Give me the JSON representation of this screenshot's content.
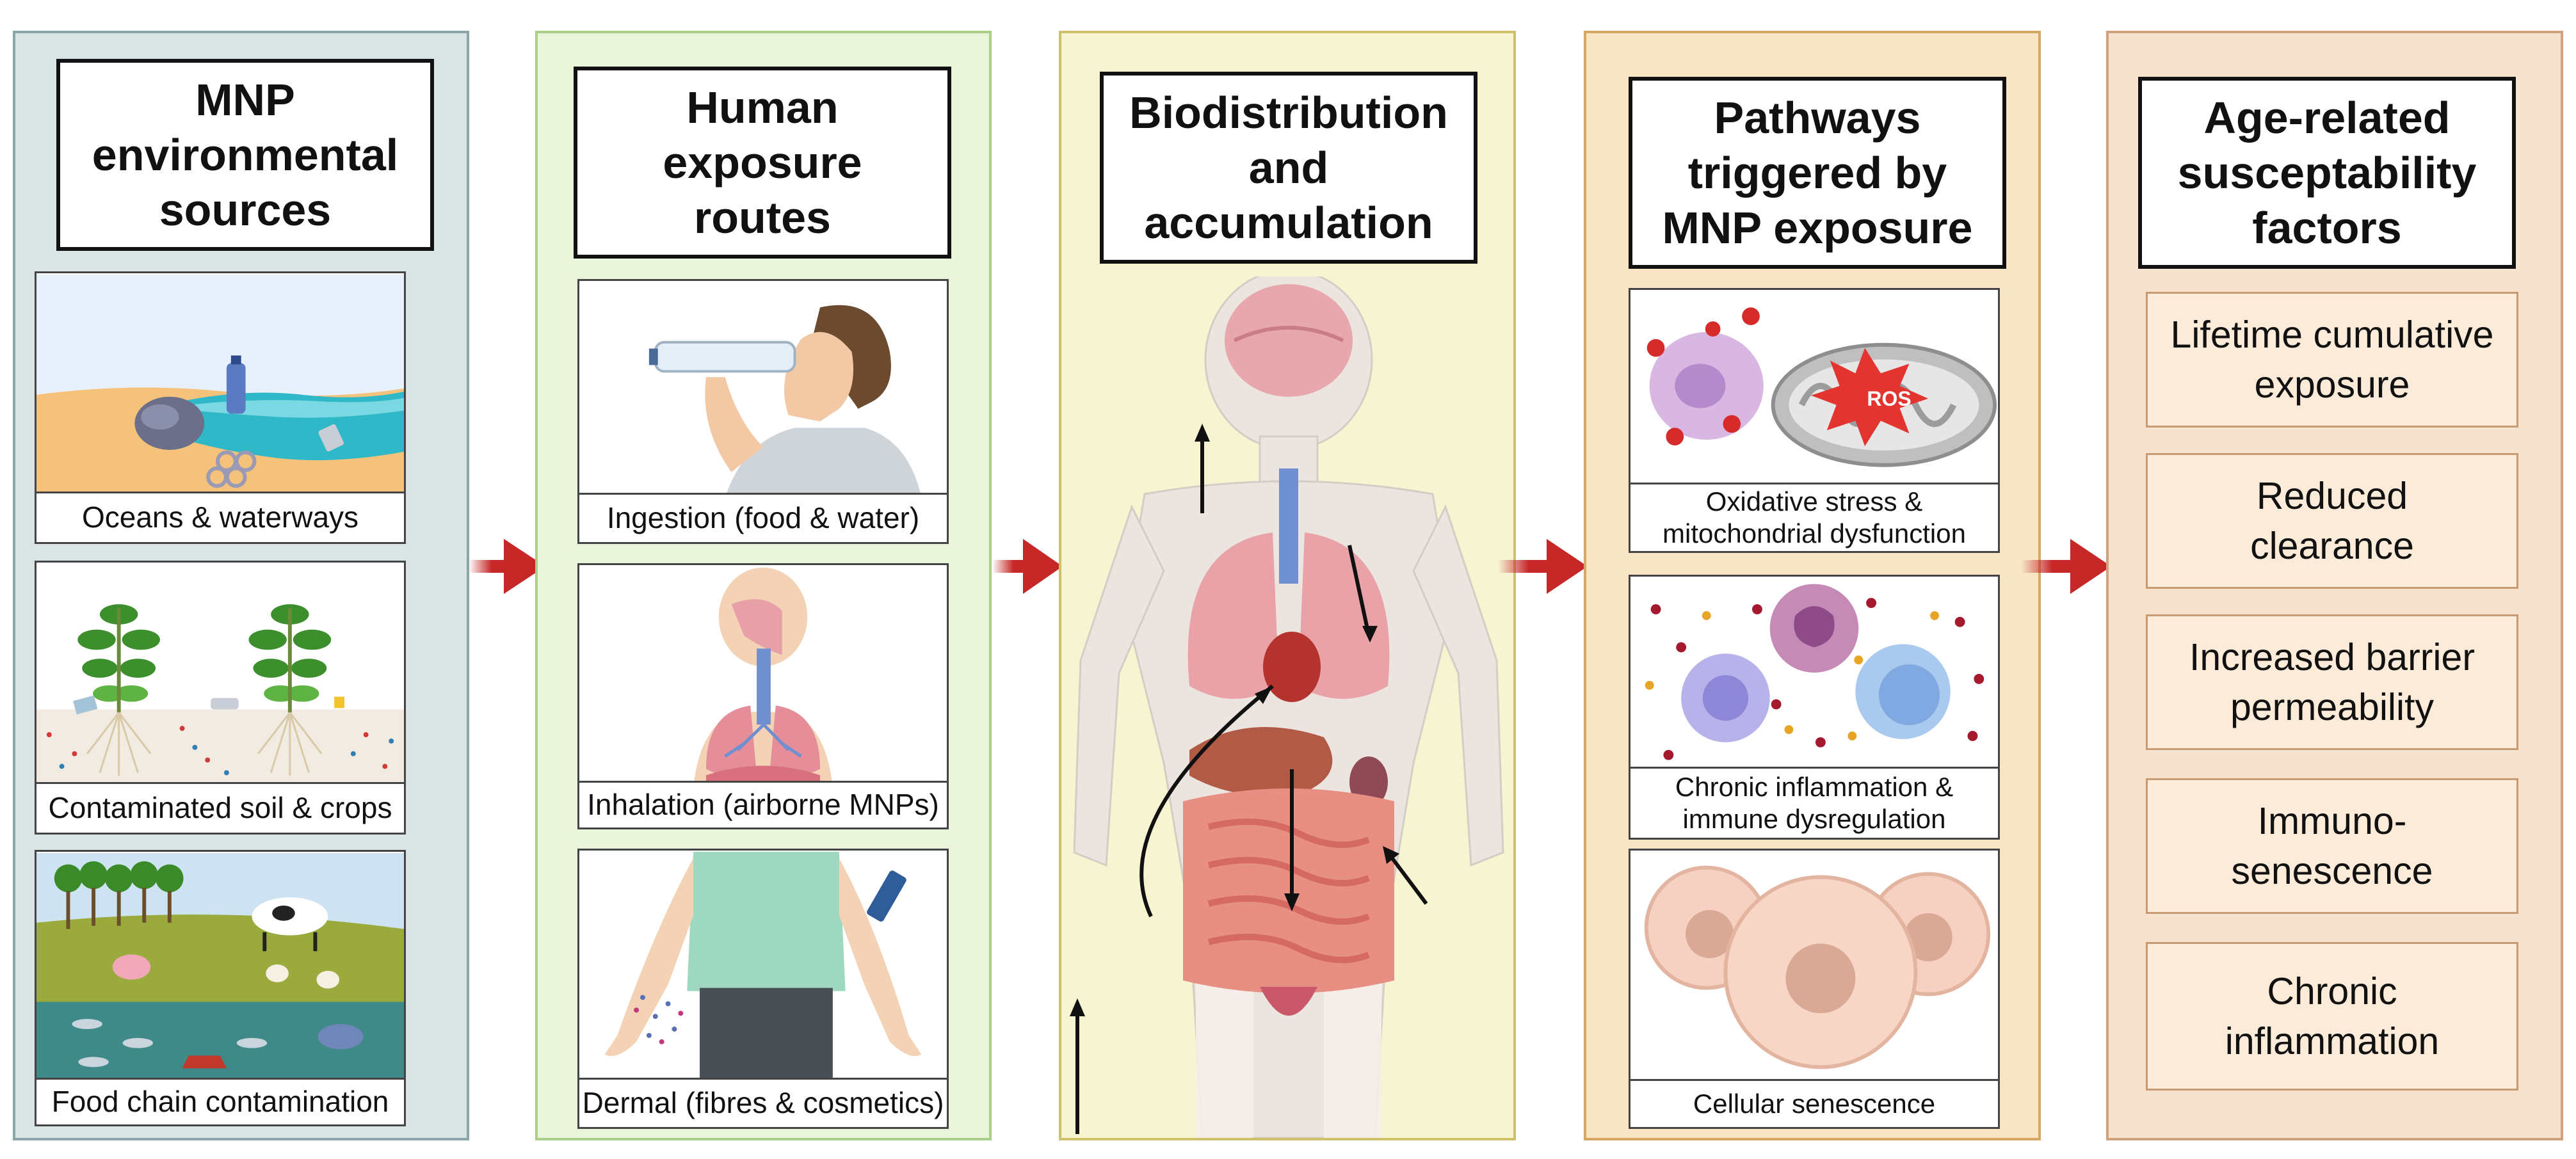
{
  "panels": [
    {
      "title": "MNP\nenvironmental\nsources",
      "cards": [
        {
          "caption": "Oceans & waterways",
          "icon": "ocean-plastic-illustration"
        },
        {
          "caption": "Contaminated soil & crops",
          "icon": "soil-crops-illustration"
        },
        {
          "caption": "Food chain contamination",
          "icon": "food-chain-illustration"
        }
      ]
    },
    {
      "title": "Human\nexposure\nroutes",
      "cards": [
        {
          "caption": "Ingestion (food & water)",
          "icon": "drinking-person-illustration"
        },
        {
          "caption": "Inhalation (airborne MNPs)",
          "icon": "respiratory-system-illustration"
        },
        {
          "caption": "Dermal (fibres & cosmetics)",
          "icon": "skin-exposure-illustration"
        }
      ]
    },
    {
      "title": "Biodistribution\nand\naccumulation",
      "icon": "human-anatomy-illustration"
    },
    {
      "title": "Pathways\ntriggered by\nMNP exposure",
      "cards": [
        {
          "caption": "Oxidative stress &\nmitochondrial dysfunction",
          "icon": "mitochondria-ros-illustration",
          "label": "ROS"
        },
        {
          "caption": "Chronic inflammation &\nimmune dysregulation",
          "icon": "immune-cells-illustration"
        },
        {
          "caption": "Cellular senescence",
          "icon": "senescent-cells-illustration"
        }
      ]
    },
    {
      "title": "Age-related\nsusceptability\nfactors",
      "factors": [
        "Lifetime cumulative\nexposure",
        "Reduced\nclearance",
        "Increased barrier\npermeability",
        "Immuno-\nsenescence",
        "Chronic\ninflammation"
      ]
    }
  ],
  "colors": {
    "arrow": "#c62828",
    "panel1_bg": "#d8e5e4",
    "panel2_bg": "#eaf4db",
    "panel3_bg": "#f7f4d2",
    "panel4_bg": "#f7e5c5",
    "panel5_bg": "#f5e3d0"
  }
}
